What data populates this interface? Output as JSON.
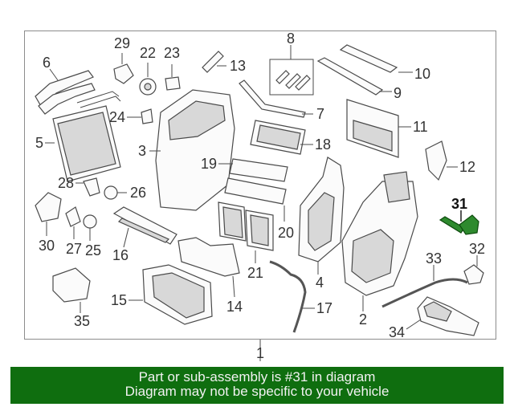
{
  "diagram": {
    "highlighted_part": "31",
    "callouts": [
      "1",
      "2",
      "3",
      "4",
      "5",
      "6",
      "7",
      "8",
      "9",
      "10",
      "11",
      "12",
      "13",
      "14",
      "15",
      "16",
      "17",
      "18",
      "19",
      "20",
      "21",
      "22",
      "23",
      "24",
      "25",
      "26",
      "27",
      "28",
      "29",
      "30",
      "31",
      "32",
      "33",
      "34",
      "35"
    ]
  },
  "footer": {
    "line1": "Part or sub-assembly is #31 in diagram",
    "line2": "Diagram may not be specific to your vehicle"
  },
  "colors": {
    "banner": "#0f6e0f",
    "highlight": "#2e8a2e"
  }
}
